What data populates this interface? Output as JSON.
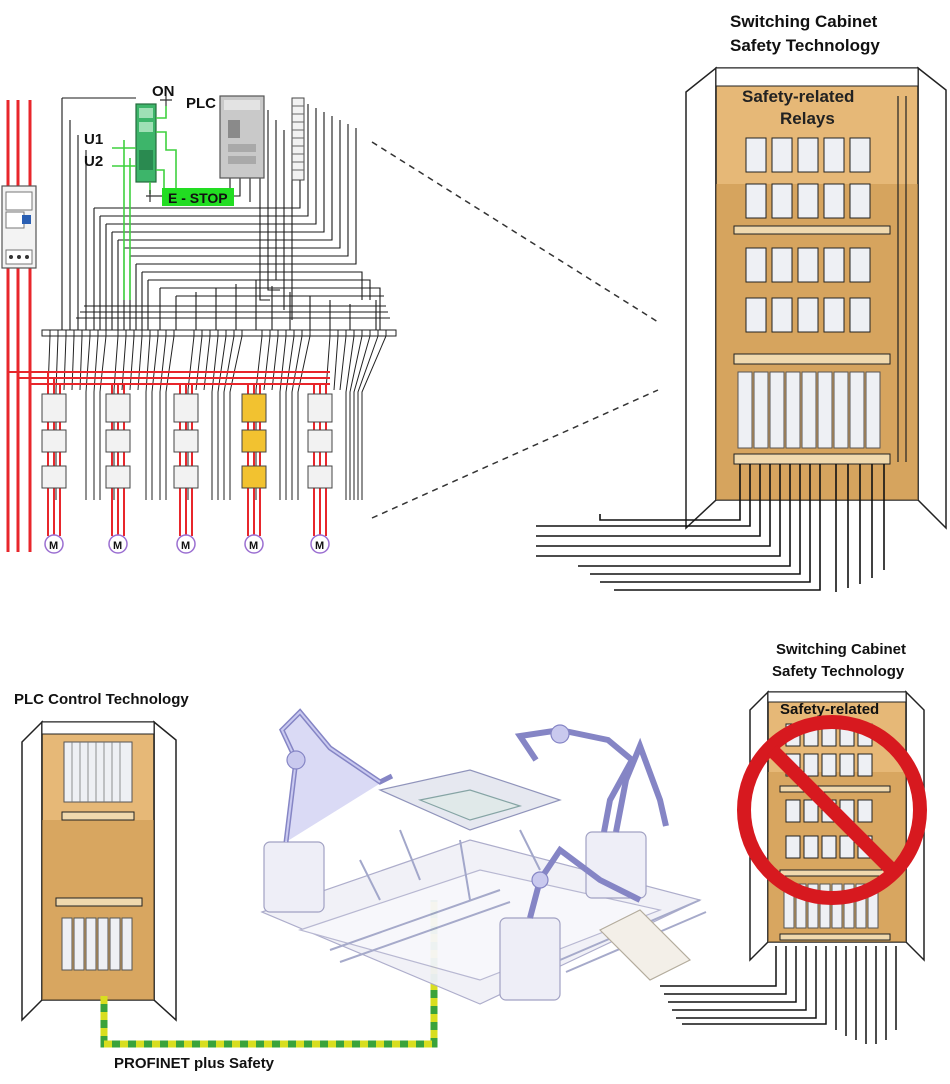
{
  "labels": {
    "on": "ON",
    "plc": "PLC",
    "u1": "U1",
    "u2": "U2",
    "estop": "E - STOP",
    "motor": "M",
    "cabinet_top_line1": "Switching Cabinet",
    "cabinet_top_line2": "Safety Technology",
    "relays_line1": "Safety-related",
    "relays_line2": "Relays",
    "plc_control": "PLC Control Technology",
    "cabinet_bottom_line1": "Switching Cabinet",
    "cabinet_bottom_line2": "Safety Technology",
    "relays_bottom": "Safety-related",
    "profinet": "PROFINET plus Safety"
  },
  "colors": {
    "power_line": "#e8262b",
    "signal_green": "#3fd13f",
    "estop_fill": "#22dd22",
    "cabinet_wood": "#e6b877",
    "cabinet_wood_dark": "#c9934a",
    "prohibition": "#d7191f",
    "profinet_yellow": "#d8de1f",
    "profinet_green": "#3aa33a",
    "contactor_yellow": "#f2c230",
    "motor_ring": "#9b6fd1"
  }
}
